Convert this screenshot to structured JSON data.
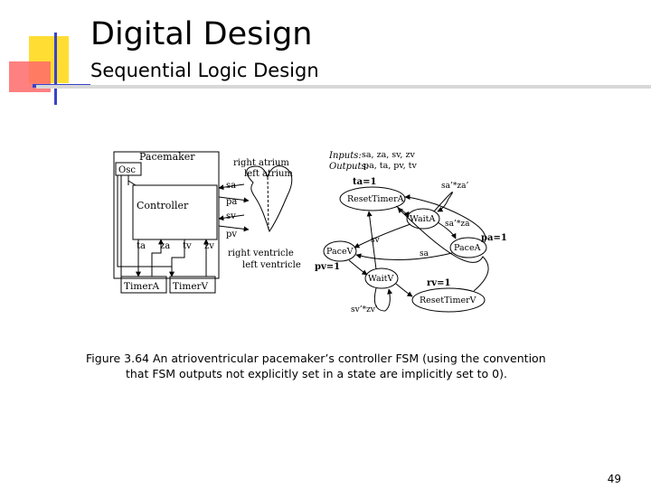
{
  "slide": {
    "title": "Digital Design",
    "subtitle": "Sequential Logic Design",
    "page_number": "49",
    "colors": {
      "accent_yellow": "#ffdd33",
      "accent_red": "#ff6a6a",
      "accent_blue": "#3844c8",
      "rule_gray": "#d8d8d8"
    }
  },
  "figure": {
    "caption_line1": "Figure 3.64 An atrioventricular pacemaker’s controller FSM (using the convention",
    "caption_line2": "that FSM outputs not explicitly set in a state are implicitly set to 0).",
    "block": {
      "pacemaker": "Pacemaker",
      "osc": "Osc",
      "controller": "Controller",
      "timer_a": "TimerA",
      "timer_v": "TimerV",
      "ctrl_ports": [
        "ta",
        "za",
        "tv",
        "zv"
      ],
      "side_signals": [
        "sa",
        "pa",
        "sv",
        "pv"
      ],
      "right_atrium": "right atrium",
      "left_atrium": "left atrium",
      "right_ventricle": "right ventricle",
      "left_ventricle": "left ventricle"
    },
    "fsm": {
      "inputs_label": "Inputs:",
      "inputs_values": "sa, za, sv, zv",
      "outputs_label": "Outputs:",
      "outputs_values": "pa, ta, pv, tv",
      "states": {
        "reset_timer_a": "ResetTimerA",
        "wait_a": "WaitA",
        "pace_a": "PaceA",
        "pace_v": "PaceV",
        "wait_v": "WaitV",
        "reset_timer_v": "ResetTimerV"
      },
      "transition_labels": {
        "sa_za": "sa’*za’",
        "sa_z_a": "sa’*za",
        "sa": "sa",
        "sv": "sv",
        "sv_zv": "sv’*zv’"
      },
      "action_labels": {
        "ta": "ta=1",
        "pa": "pa=1",
        "pv": "pv=1",
        "rv": "rv=1"
      }
    }
  }
}
